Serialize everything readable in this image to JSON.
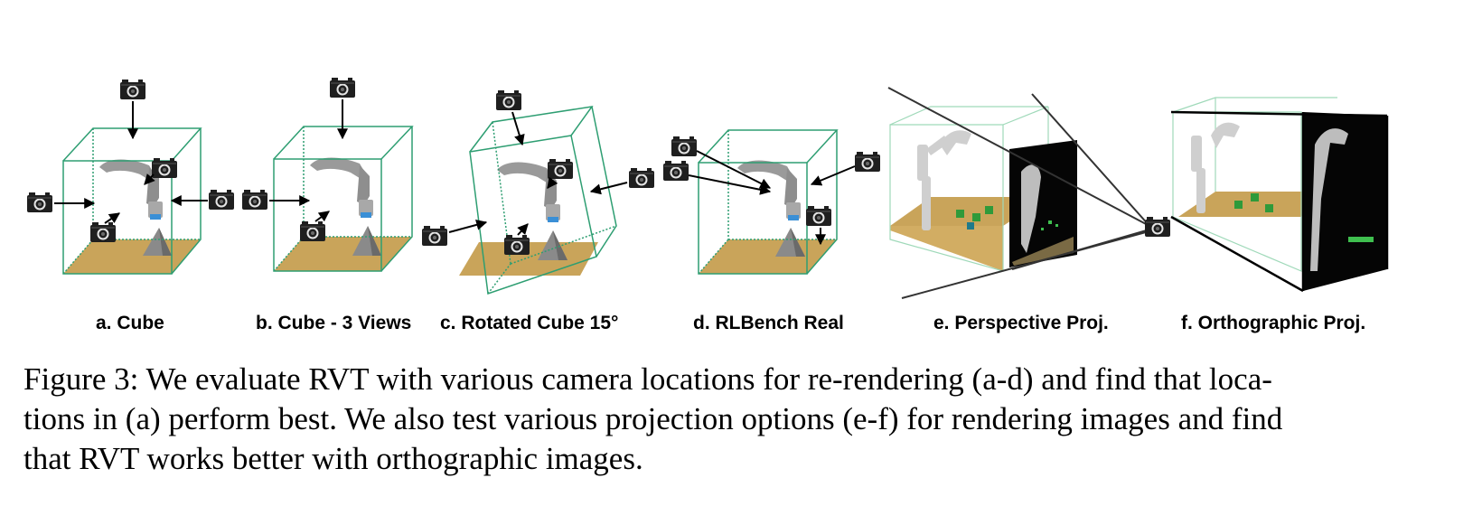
{
  "figure": {
    "panels": [
      {
        "id": "a",
        "label": "a. Cube"
      },
      {
        "id": "b",
        "label": "b. Cube - 3 Views"
      },
      {
        "id": "c",
        "label": "c. Rotated Cube 15°"
      },
      {
        "id": "d",
        "label": "d. RLBench Real"
      },
      {
        "id": "e",
        "label": "e. Perspective Proj."
      },
      {
        "id": "f",
        "label": "f. Orthographic Proj."
      }
    ]
  },
  "caption": {
    "lines": [
      "Figure 3: We evaluate RVT with various camera locations for re-rendering (a-d) and find that loca-",
      "tions in (a) perform best. We also test various projection options (e-f) for rendering images and find",
      "that RVT works better with orthographic images."
    ]
  },
  "colors": {
    "cube_edge": "#2e9e72",
    "table_top": "#c9a45a",
    "pyramid": "#8a8a8a",
    "robot": "#9a9a9a",
    "render_background": "#050505",
    "block_green": "#2f9a3a"
  },
  "icons": [
    "camera-icon",
    "arrow-icon",
    "robot-arm",
    "pyramid-object",
    "table-plane"
  ]
}
